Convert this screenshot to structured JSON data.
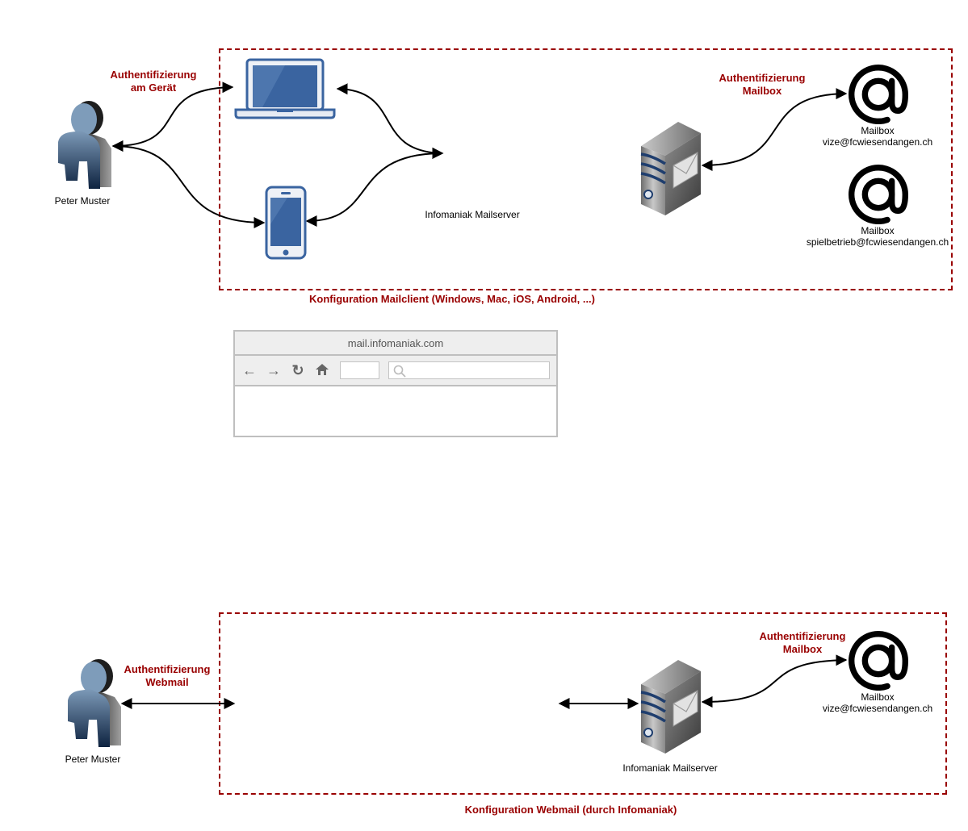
{
  "diagram": {
    "top_section": {
      "group_label": "Konfiguration Mailclient (Windows, Mac, iOS, Android, ...)",
      "user": {
        "name": "Peter Muster",
        "icon": "user-icon"
      },
      "auth_device_label": [
        "Authentifizierung",
        "am Gerät"
      ],
      "devices": [
        {
          "icon": "laptop-icon"
        },
        {
          "icon": "smartphone-icon"
        }
      ],
      "server": {
        "name": "Infomaniak Mailserver",
        "icon": "mail-server-icon"
      },
      "auth_mailbox_label": [
        "Authentifizierung",
        "Mailbox"
      ],
      "mailboxes": [
        {
          "title": "Mailbox",
          "address": "vize@fcwiesendangen.ch",
          "icon": "at-sign-icon"
        },
        {
          "title": "Mailbox",
          "address": "spielbetrieb@fcwiesendangen.ch",
          "icon": "at-sign-icon"
        }
      ]
    },
    "browser": {
      "url": "mail.infomaniak.com",
      "icons": [
        "back-arrow-icon",
        "forward-arrow-icon",
        "reload-icon",
        "home-icon",
        "search-icon"
      ]
    },
    "bottom_section": {
      "group_label": "Konfiguration Webmail (durch Infomaniak)",
      "user": {
        "name": "Peter Muster",
        "icon": "user-icon"
      },
      "auth_webmail_label": [
        "Authentifizierung",
        "Webmail"
      ],
      "server": {
        "name": "Infomaniak Mailserver",
        "icon": "mail-server-icon"
      },
      "auth_mailbox_label": [
        "Authentifizierung",
        "Mailbox"
      ],
      "mailboxes": [
        {
          "title": "Mailbox",
          "address": "vize@fcwiesendangen.ch",
          "icon": "at-sign-icon"
        }
      ]
    },
    "colors": {
      "accent_red": "#990000",
      "device_blue": "#3a64a0",
      "connector": "#000000"
    }
  }
}
